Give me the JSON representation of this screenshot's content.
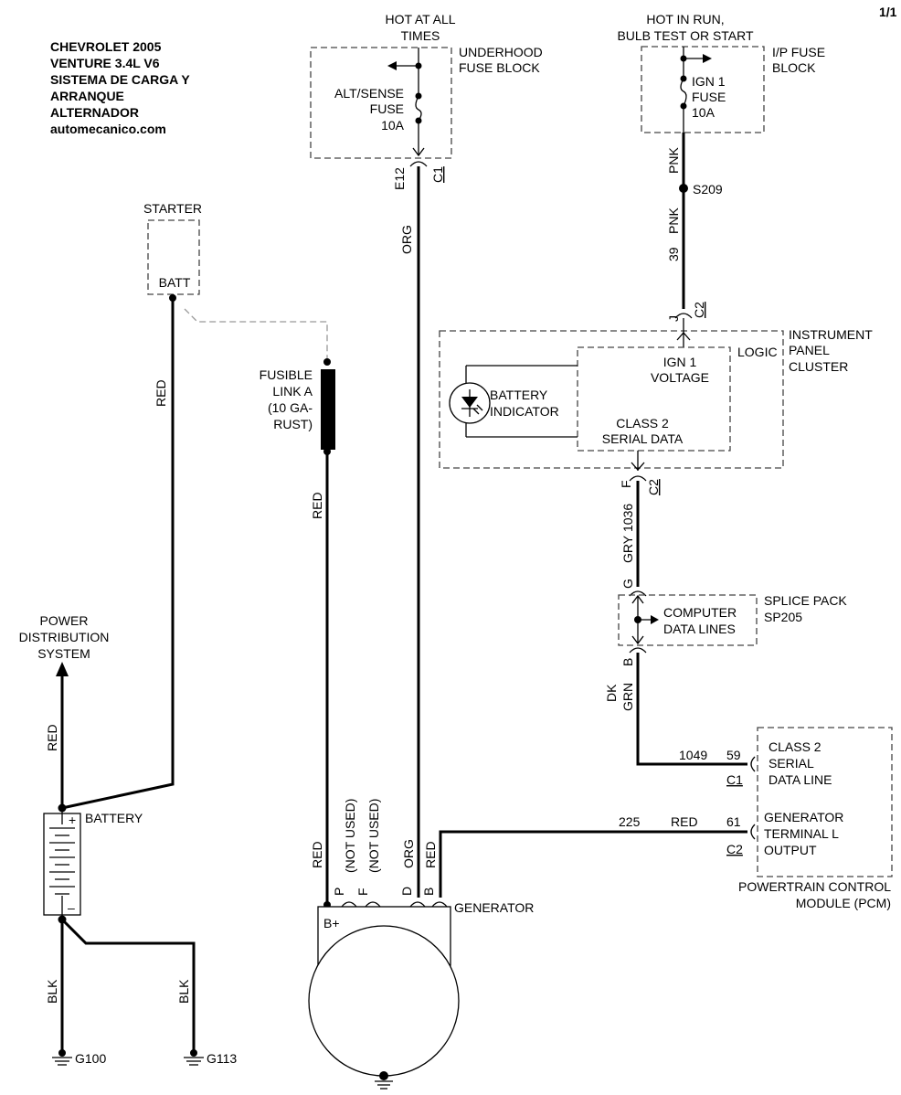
{
  "page_number": "1/1",
  "header": {
    "line1": "CHEVROLET 2005",
    "line2": "VENTURE 3.4L V6",
    "line3": "SISTEMA DE CARGA Y",
    "line4": "ARRANQUE",
    "line5": "ALTERNADOR",
    "site": "automecanico.com"
  },
  "hot_at_all_times": [
    "HOT AT ALL",
    "TIMES"
  ],
  "underhood_fuse_block": [
    "UNDERHOOD",
    "FUSE BLOCK"
  ],
  "alt_sense_fuse": [
    "ALT/SENSE",
    "FUSE",
    "10A"
  ],
  "hot_in_run": [
    "HOT IN RUN,",
    "BULB TEST OR START"
  ],
  "ip_fuse_block": [
    "I/P FUSE",
    "BLOCK"
  ],
  "ign1_fuse": [
    "IGN 1",
    "FUSE",
    "10A"
  ],
  "connectors": {
    "e12": "E12",
    "c1": "C1",
    "c2": "C2",
    "j": "J",
    "f": "F",
    "g": "G",
    "b": "B",
    "p": "P",
    "f_gen": "F",
    "d": "D",
    "b_gen": "B",
    "pin59": "59",
    "pin61": "61"
  },
  "wires": {
    "org": "ORG",
    "pnk": "PNK",
    "s209": "S209",
    "circuit39": "39",
    "red": "RED",
    "blk": "BLK",
    "gry": "GRY",
    "circuit1036": "1036",
    "dk_grn": [
      "DK",
      "GRN"
    ],
    "circuit1049": "1049",
    "circuit225": "225",
    "not_used": "(NOT USED)"
  },
  "starter": {
    "label": "STARTER",
    "terminal": "BATT"
  },
  "fusible_link": [
    "FUSIBLE",
    "LINK A",
    "(10 GA-",
    "RUST)"
  ],
  "instrument_panel_cluster": [
    "INSTRUMENT",
    "PANEL",
    "CLUSTER"
  ],
  "logic": "LOGIC",
  "ign1_voltage": [
    "IGN 1",
    "VOLTAGE"
  ],
  "battery_indicator": [
    "BATTERY",
    "INDICATOR"
  ],
  "class2_serial_data": [
    "CLASS 2",
    "SERIAL DATA"
  ],
  "splice_pack": [
    "SPLICE PACK",
    "SP205"
  ],
  "computer_data_lines": [
    "COMPUTER",
    "DATA LINES"
  ],
  "power_distribution": [
    "POWER",
    "DISTRIBUTION",
    "SYSTEM"
  ],
  "battery": {
    "label": "BATTERY",
    "plus": "+",
    "minus": "–"
  },
  "pcm_class2": [
    "CLASS 2",
    "SERIAL",
    "DATA LINE"
  ],
  "pcm_generator": [
    "GENERATOR",
    "TERMINAL L",
    "OUTPUT"
  ],
  "pcm_name": [
    "POWERTRAIN CONTROL",
    "MODULE (PCM)"
  ],
  "generator": {
    "label": "GENERATOR",
    "bplus": "B+"
  },
  "grounds": {
    "g100": "G100",
    "g113": "G113"
  }
}
